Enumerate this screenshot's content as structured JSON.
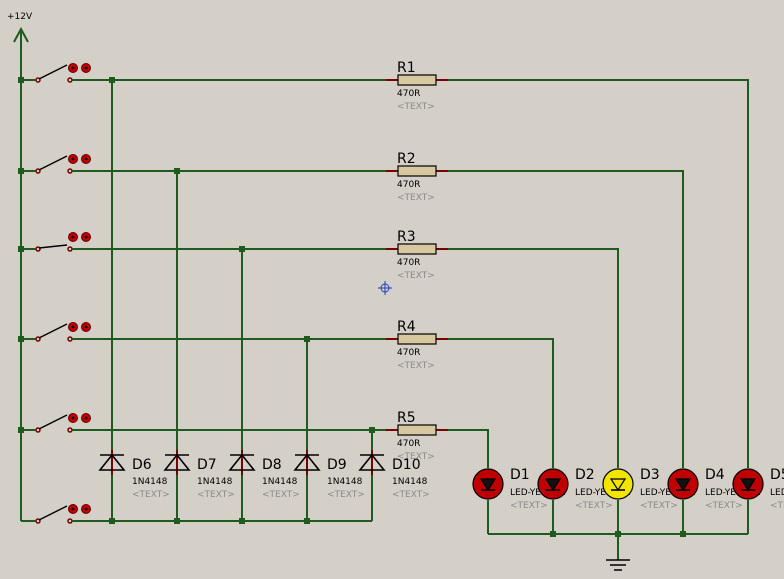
{
  "supply": {
    "label": "+12V"
  },
  "resistors": [
    {
      "ref": "R1",
      "value": "470R",
      "text": "<TEXT>"
    },
    {
      "ref": "R2",
      "value": "470R",
      "text": "<TEXT>"
    },
    {
      "ref": "R3",
      "value": "470R",
      "text": "<TEXT>"
    },
    {
      "ref": "R4",
      "value": "470R",
      "text": "<TEXT>"
    },
    {
      "ref": "R5",
      "value": "470R",
      "text": "<TEXT>"
    }
  ],
  "diodes": [
    {
      "ref": "D6",
      "value": "1N4148",
      "text": "<TEXT>"
    },
    {
      "ref": "D7",
      "value": "1N4148",
      "text": "<TEXT>"
    },
    {
      "ref": "D8",
      "value": "1N4148",
      "text": "<TEXT>"
    },
    {
      "ref": "D9",
      "value": "1N4148",
      "text": "<TEXT>"
    },
    {
      "ref": "D10",
      "value": "1N4148",
      "text": "<TEXT>"
    }
  ],
  "leds": [
    {
      "ref": "D1",
      "value": "LED-YELLOW",
      "text": "<TEXT>",
      "lit": false
    },
    {
      "ref": "D2",
      "value": "LED-YELLOW",
      "text": "<TEXT>",
      "lit": false
    },
    {
      "ref": "D3",
      "value": "LED-YELLOW",
      "text": "<TEXT>",
      "lit": true
    },
    {
      "ref": "D4",
      "value": "LED-YELLOW",
      "text": "<TEXT>",
      "lit": false
    },
    {
      "ref": "D5",
      "value": "LED-YELLOW",
      "text": "<TEXT>",
      "lit": false
    }
  ],
  "switches": [
    {
      "state": "open"
    },
    {
      "state": "open"
    },
    {
      "state": "closed"
    },
    {
      "state": "open"
    },
    {
      "state": "open"
    },
    {
      "state": "open"
    }
  ],
  "colors": {
    "background": "#d4d0c8",
    "wire": "#1f5a1f",
    "component": "#7a0000",
    "led_off": "#c00000",
    "led_on": "#f2e600",
    "resistor_body": "#d8c8a0",
    "cursor": "#1f3fbf"
  }
}
